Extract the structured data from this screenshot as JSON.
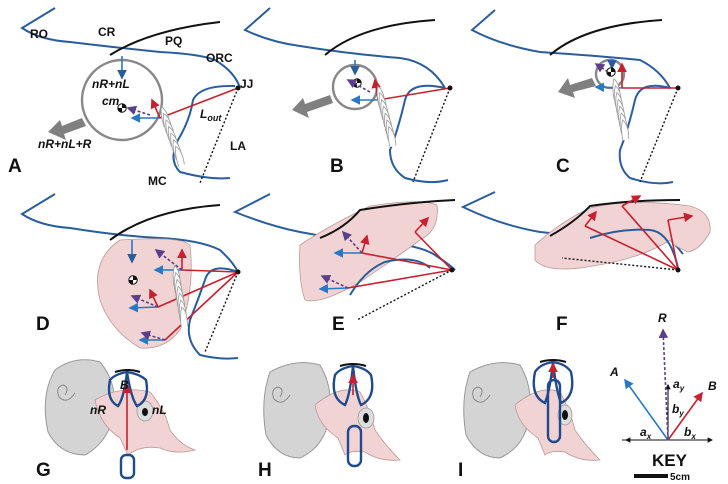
{
  "figure": {
    "panels": [
      "A",
      "B",
      "C",
      "D",
      "E",
      "F",
      "G",
      "H",
      "I"
    ],
    "anatomy_labels": {
      "ro": "RO",
      "cr": "CR",
      "pq": "PQ",
      "orc": "ORC",
      "jj": "JJ",
      "la": "LA",
      "mc": "MC",
      "lout_main": "L",
      "lout_sub": "out"
    },
    "force_labels": {
      "nr_nl": "nR+nL",
      "cm": "cm",
      "total": "nR+nL+R",
      "b": "B",
      "nr": "nR",
      "nl": "nL"
    },
    "key": {
      "title": "KEY",
      "scale": "5cm",
      "r": "R",
      "a": "A",
      "b": "B",
      "ax": "a",
      "ax_sub": "x",
      "ay": "a",
      "ay_sub": "y",
      "bx": "b",
      "bx_sub": "x",
      "by": "b",
      "by_sub": "y"
    },
    "colors": {
      "outline_blue": "#2a5d9c",
      "force_red": "#c8202f",
      "force_blue": "#2878c4",
      "resultant_purple": "#5b3f8c",
      "tissue_pink": "#f2d3d3",
      "shell_gray": "#d4d4d4",
      "thrust_arrow_gray": "#808080"
    }
  }
}
